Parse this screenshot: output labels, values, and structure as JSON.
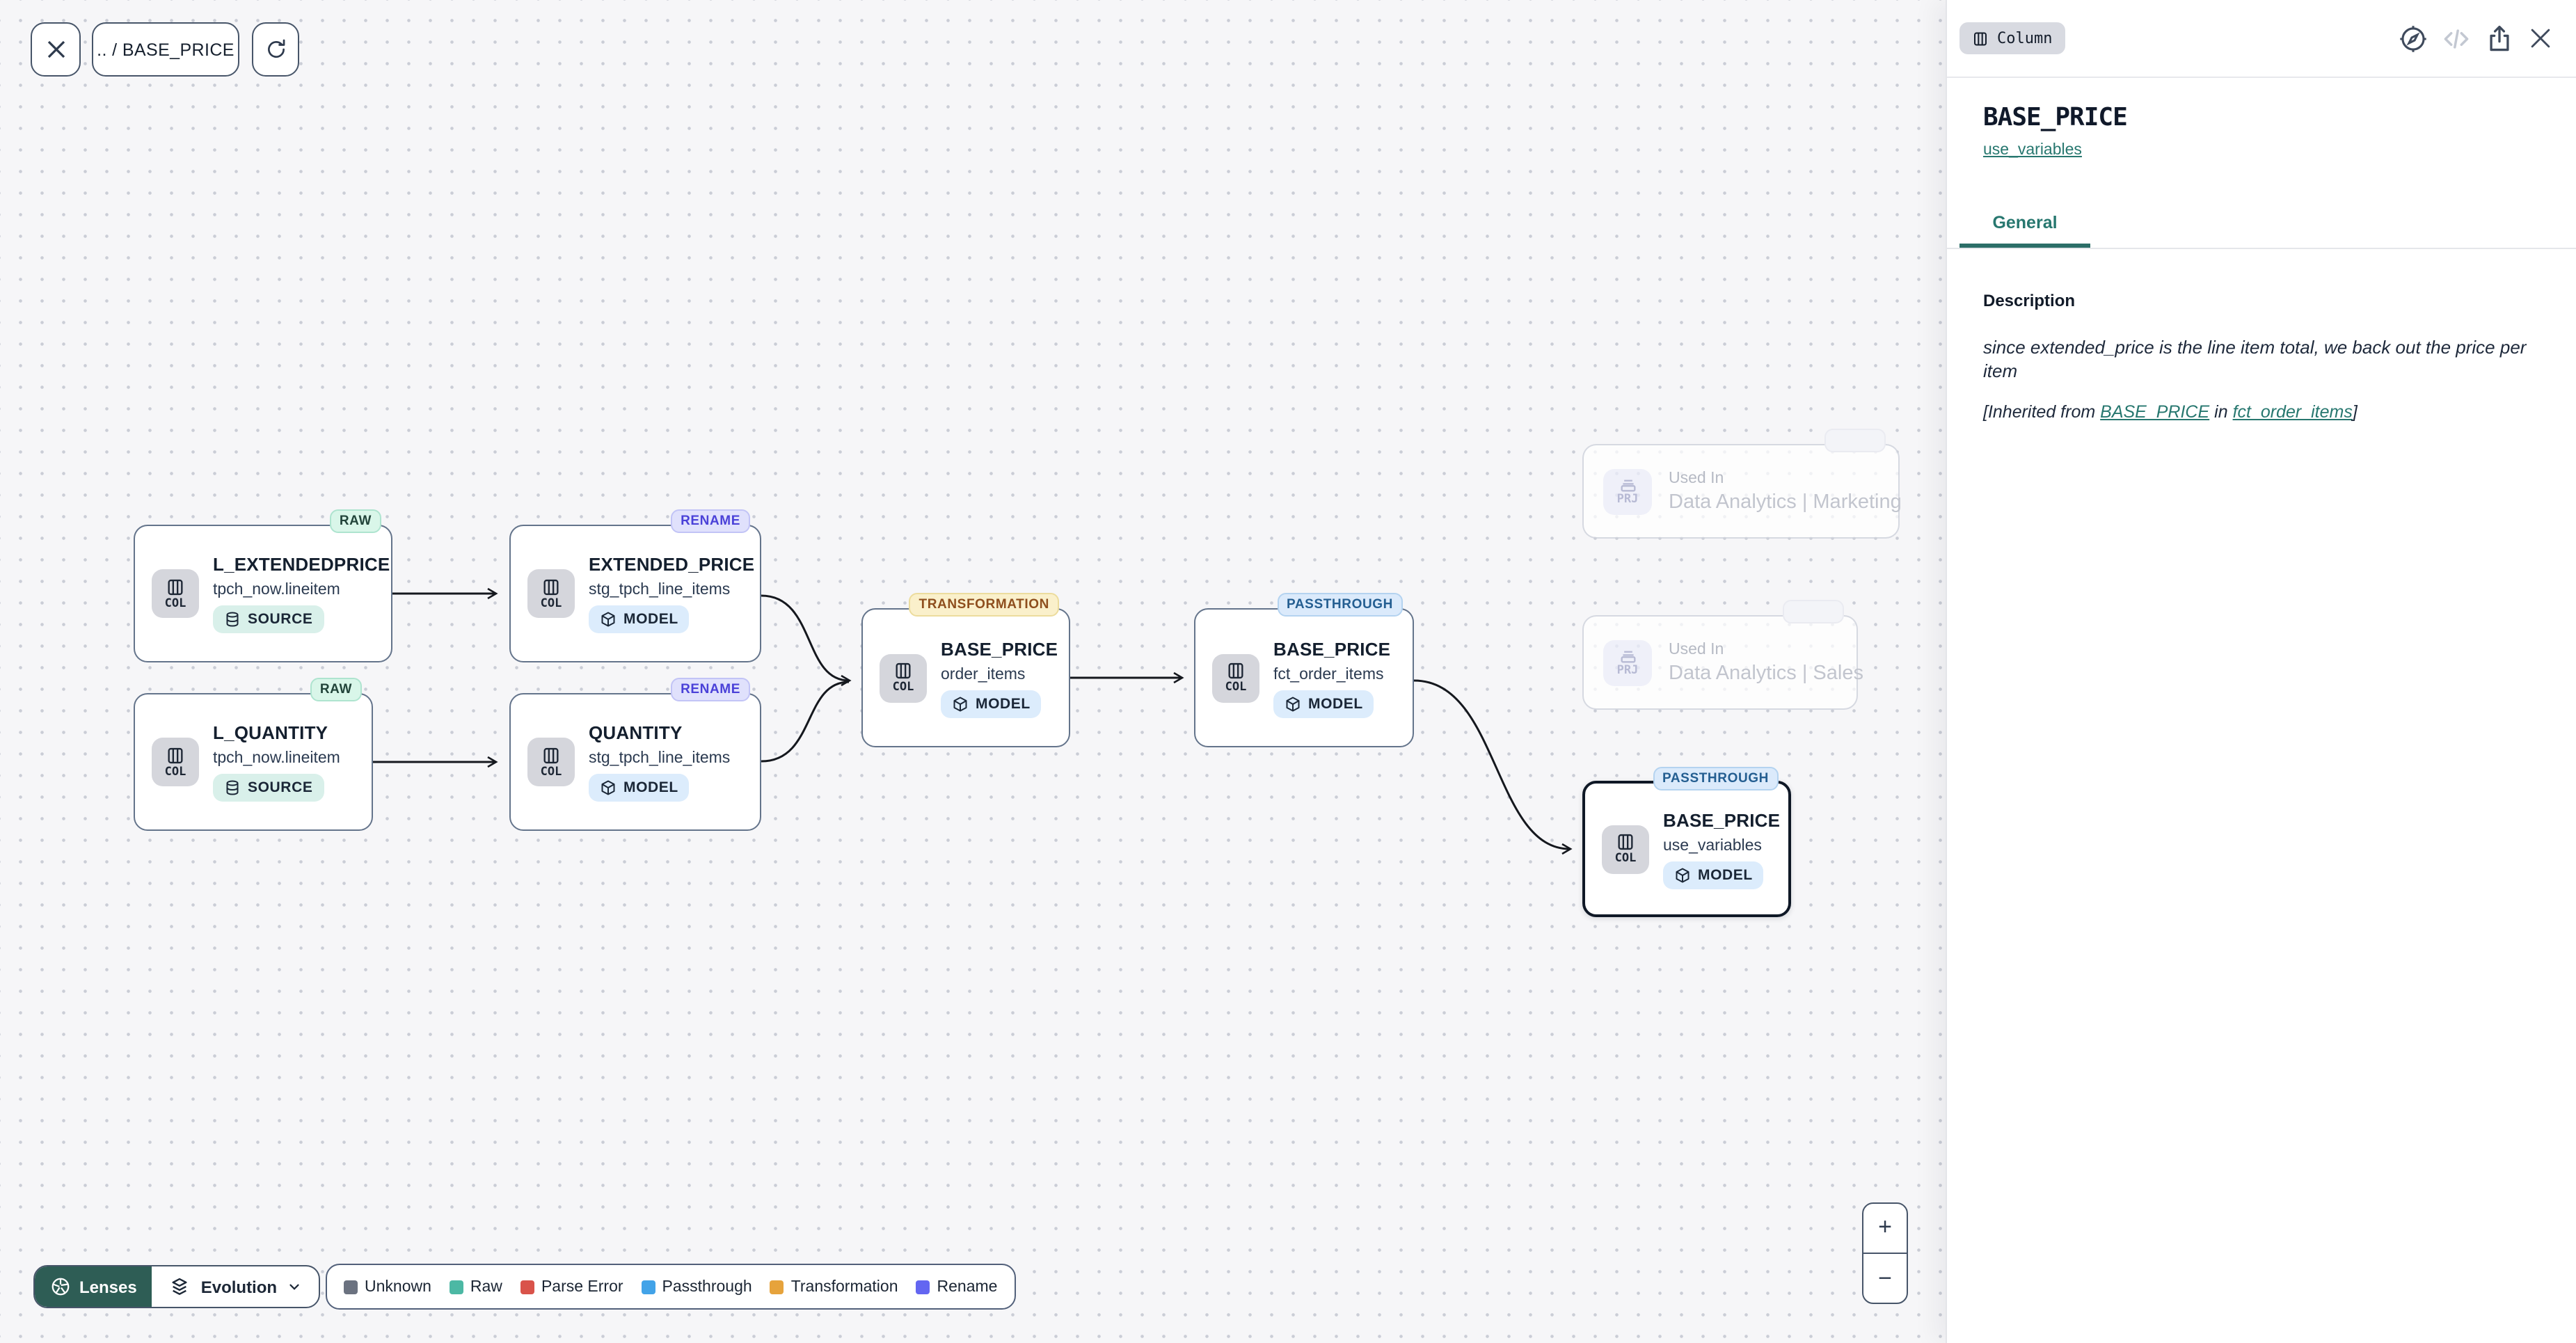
{
  "toolbar": {
    "breadcrumb": ".. / BASE_PRICE"
  },
  "panel": {
    "type_chip": "Column",
    "title": "BASE_PRICE",
    "model_link": "use_variables",
    "tab": "General",
    "description_heading": "Description",
    "description_text": "since extended_price is the line item total, we back out the price per item",
    "inherited": {
      "prefix": "[Inherited from ",
      "column_link": "BASE_PRICE",
      "infix": " in ",
      "model_link": "fct_order_items",
      "suffix": "]"
    }
  },
  "graph": {
    "nodes": [
      {
        "badge": "RAW",
        "title": "L_EXTENDEDPRICE",
        "subtitle": "tpch_now.lineitem",
        "pill": "SOURCE",
        "type_label": "COL"
      },
      {
        "badge": "RENAME",
        "title": "EXTENDED_PRICE",
        "subtitle": "stg_tpch_line_items",
        "pill": "MODEL",
        "type_label": "COL"
      },
      {
        "badge": "RAW",
        "title": "L_QUANTITY",
        "subtitle": "tpch_now.lineitem",
        "pill": "SOURCE",
        "type_label": "COL"
      },
      {
        "badge": "RENAME",
        "title": "QUANTITY",
        "subtitle": "stg_tpch_line_items",
        "pill": "MODEL",
        "type_label": "COL"
      },
      {
        "badge": "TRANSFORMATION",
        "title": "BASE_PRICE",
        "subtitle": "order_items",
        "pill": "MODEL",
        "type_label": "COL"
      },
      {
        "badge": "PASSTHROUGH",
        "title": "BASE_PRICE",
        "subtitle": "fct_order_items",
        "pill": "MODEL",
        "type_label": "COL"
      },
      {
        "badge": "PASSTHROUGH",
        "title": "BASE_PRICE",
        "subtitle": "use_variables",
        "pill": "MODEL",
        "type_label": "COL"
      }
    ],
    "used_in": [
      {
        "label": "Used In",
        "name": "Data Analytics | Marketing",
        "type_label": "PRJ"
      },
      {
        "label": "Used In",
        "name": "Data Analytics | Sales",
        "type_label": "PRJ"
      }
    ]
  },
  "lenses": {
    "button_label": "Lenses",
    "mode_label": "Evolution"
  },
  "legend": {
    "items": [
      {
        "label": "Unknown",
        "color": "#6b7280"
      },
      {
        "label": "Raw",
        "color": "#4cb8a4"
      },
      {
        "label": "Parse Error",
        "color": "#d9534a"
      },
      {
        "label": "Passthrough",
        "color": "#42a3e8"
      },
      {
        "label": "Transformation",
        "color": "#e6a33c"
      },
      {
        "label": "Rename",
        "color": "#6366f1"
      }
    ]
  },
  "zoom_controls": {
    "zoom_in": "+",
    "zoom_out": "−"
  },
  "accent": {
    "teal": "#27776f",
    "lenses_bg": "#2e5d55"
  }
}
